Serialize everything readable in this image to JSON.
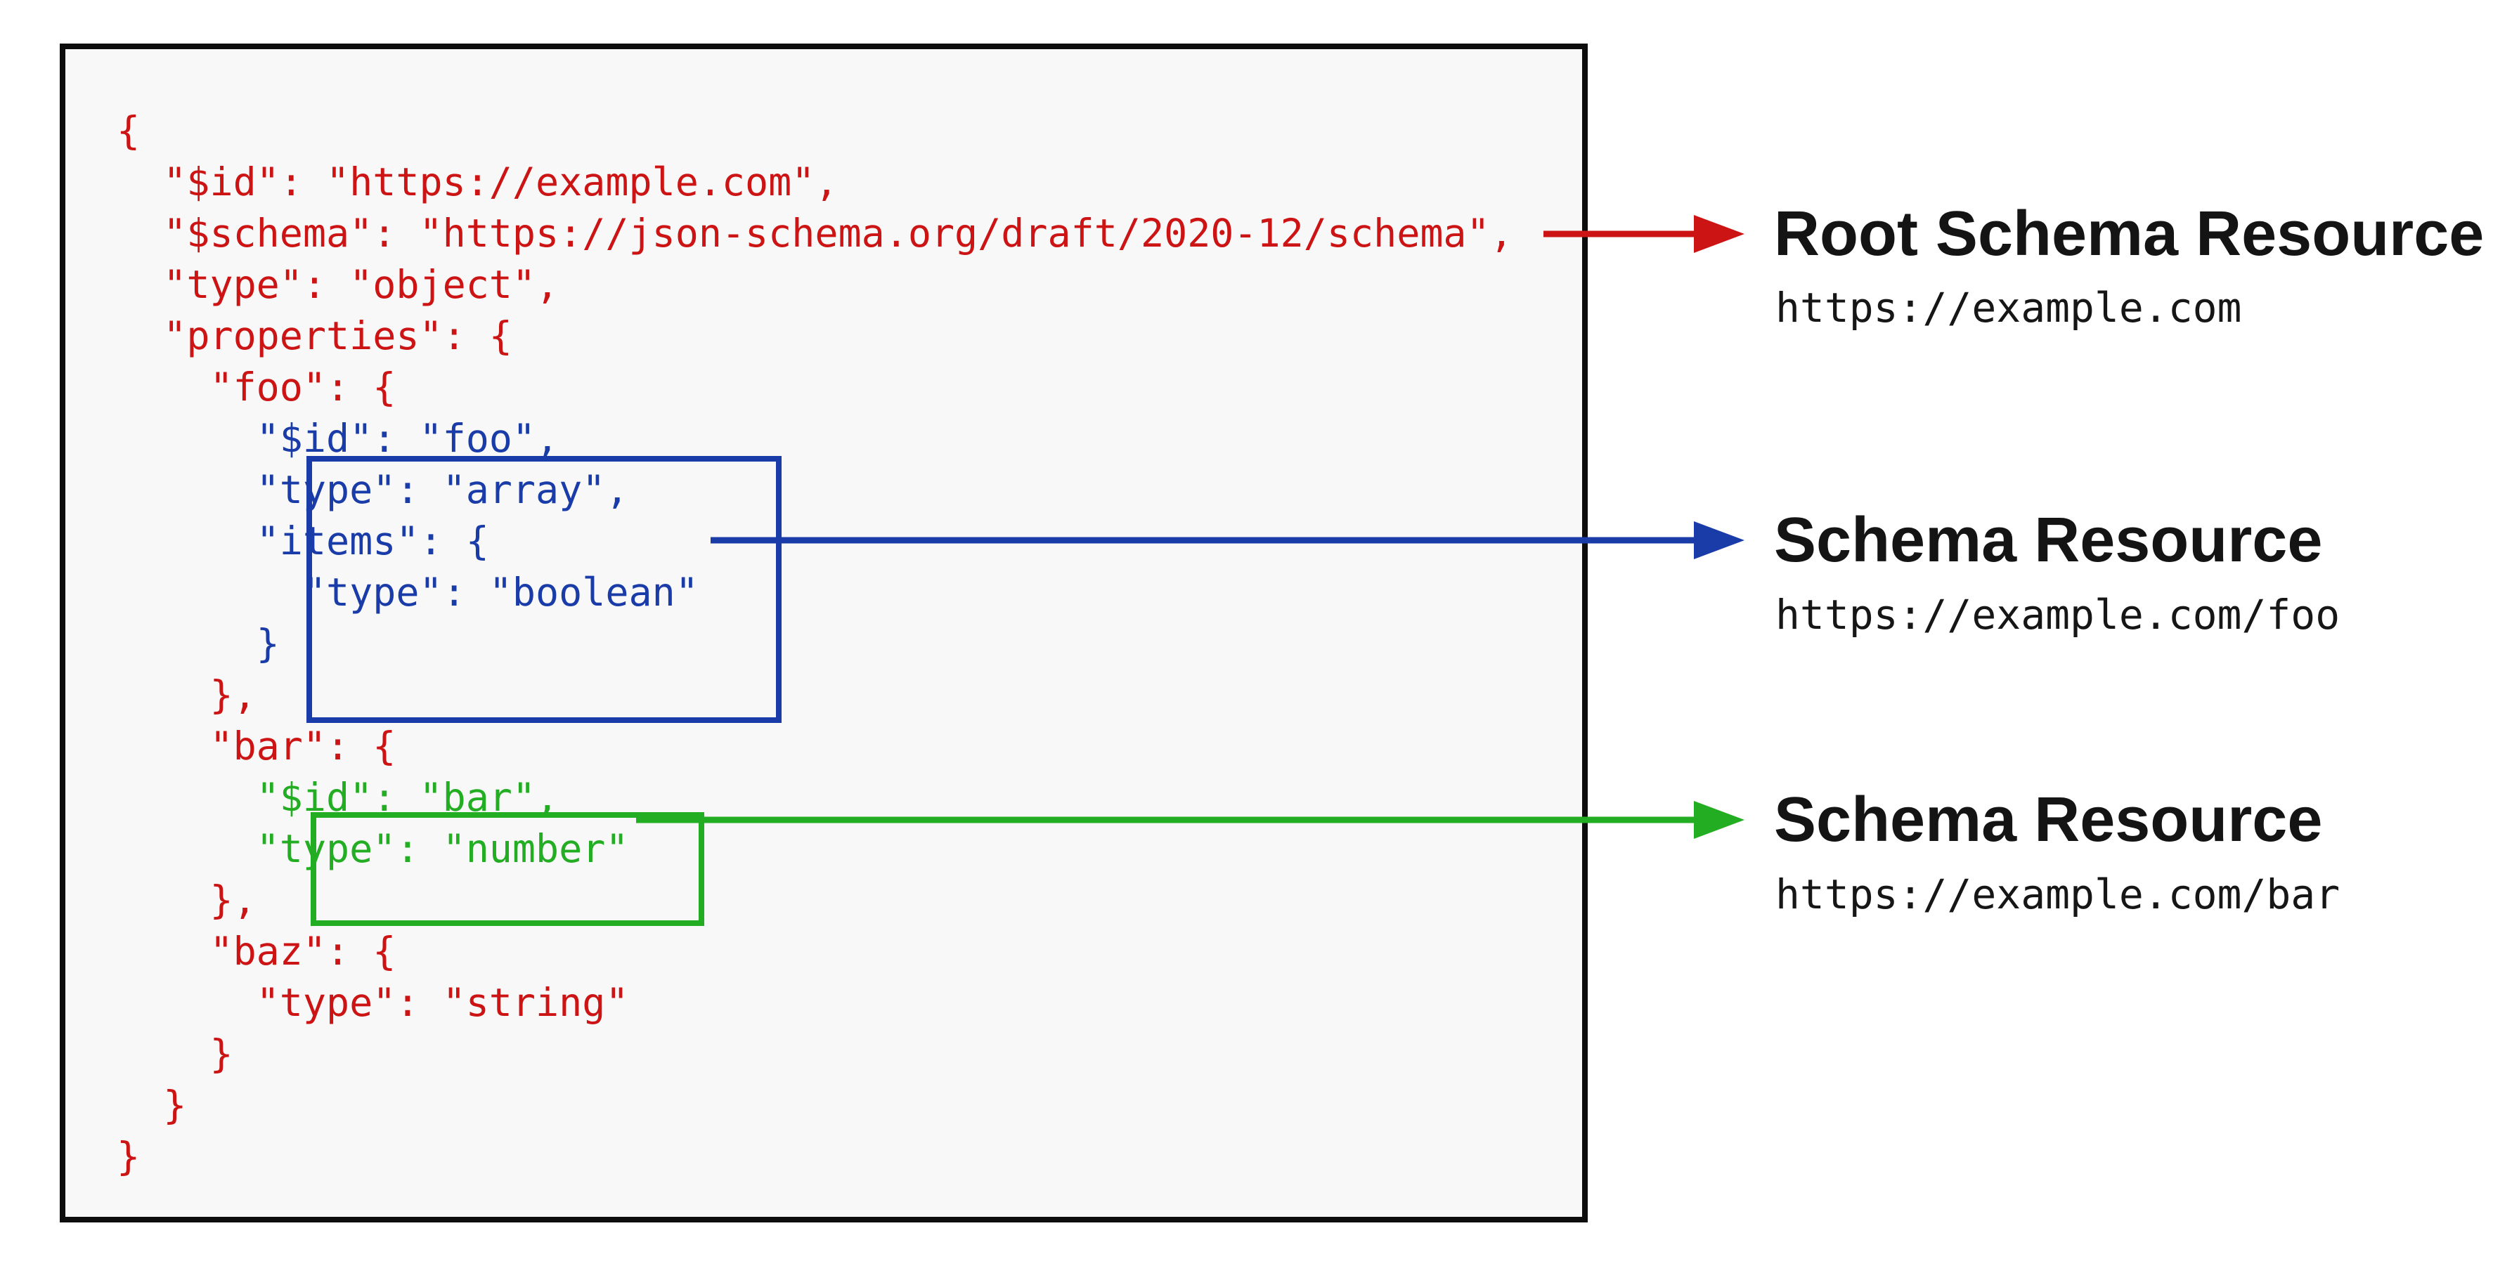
{
  "colors": {
    "red": "#cc1414",
    "blue": "#1a3ca8",
    "green": "#22ad22",
    "panel_bg": "#f8f8f8",
    "panel_border": "#0d0d0d",
    "label_text": "#141414"
  },
  "code": {
    "lines": [
      {
        "text": "{",
        "color": "red"
      },
      {
        "text": "  \"$id\": \"https://example.com\",",
        "color": "red"
      },
      {
        "text": "  \"$schema\": \"https://json-schema.org/draft/2020-12/schema\",",
        "color": "red"
      },
      {
        "text": "  \"type\": \"object\",",
        "color": "red"
      },
      {
        "text": "  \"properties\": {",
        "color": "red"
      },
      {
        "text": "    \"foo\": {",
        "color": "red"
      },
      {
        "text": "      \"$id\": \"foo\",",
        "color": "blue"
      },
      {
        "text": "      \"type\": \"array\",",
        "color": "blue"
      },
      {
        "text": "      \"items\": {",
        "color": "blue"
      },
      {
        "text": "        \"type\": \"boolean\"",
        "color": "blue"
      },
      {
        "text": "      }",
        "color": "blue"
      },
      {
        "text": "    },",
        "color": "red"
      },
      {
        "text": "    \"bar\": {",
        "color": "red"
      },
      {
        "text": "      \"$id\": \"bar\",",
        "color": "green"
      },
      {
        "text": "      \"type\": \"number\"",
        "color": "green"
      },
      {
        "text": "    },",
        "color": "red"
      },
      {
        "text": "    \"baz\": {",
        "color": "red"
      },
      {
        "text": "      \"type\": \"string\"",
        "color": "red"
      },
      {
        "text": "    }",
        "color": "red"
      },
      {
        "text": "  }",
        "color": "red"
      },
      {
        "text": "}",
        "color": "red"
      }
    ]
  },
  "annotations": [
    {
      "title": "Root Schema Resource",
      "uri": "https://example.com",
      "color": "red"
    },
    {
      "title": "Schema Resource",
      "uri": "https://example.com/foo",
      "color": "blue"
    },
    {
      "title": "Schema Resource",
      "uri": "https://example.com/bar",
      "color": "green"
    }
  ]
}
